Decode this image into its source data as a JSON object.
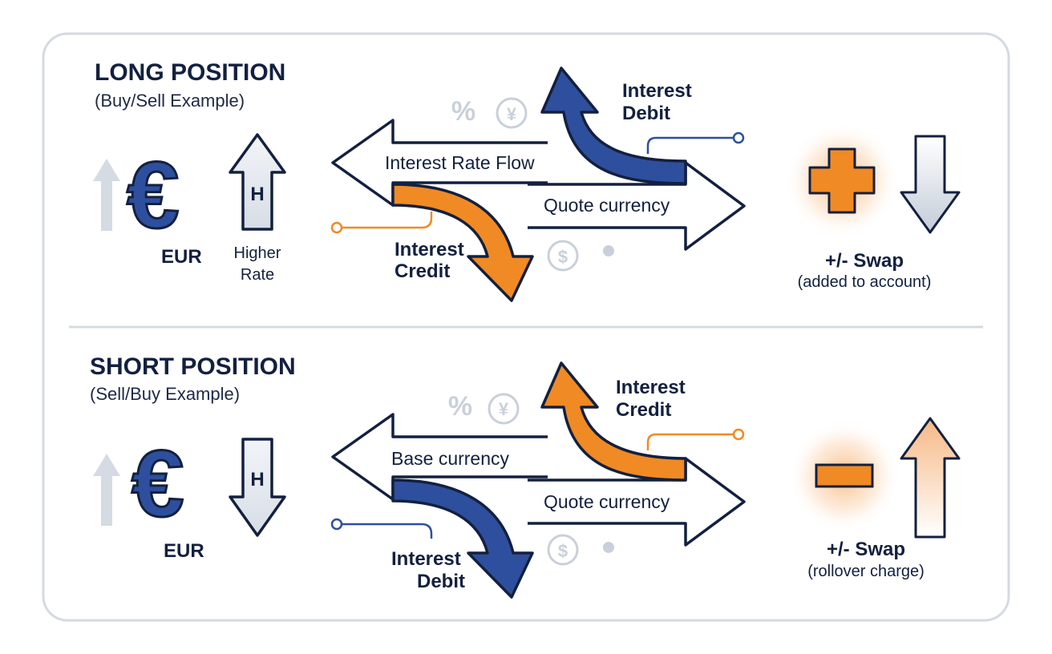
{
  "long": {
    "title": "LONG POSITION",
    "subtitle": "(Buy/Sell Example)",
    "currency_symbol": "€",
    "currency_code": "EUR",
    "rate_arrow_letter": "H",
    "rate_label_line1": "Higher",
    "rate_label_line2": "Rate",
    "flow_left_label": "Interest Rate Flow",
    "flow_right_label": "Quote currency",
    "up_curve_line1": "Interest",
    "up_curve_line2": "Debit",
    "down_curve_line1": "Interest",
    "down_curve_line2": "Credit",
    "swap_label": "+/- Swap",
    "swap_note": "(added to account)",
    "swap_symbol": "plus-icon"
  },
  "short": {
    "title": "SHORT POSITION",
    "subtitle": "(Sell/Buy Example)",
    "currency_symbol": "€",
    "currency_code": "EUR",
    "rate_arrow_letter": "H",
    "flow_left_label": "Base currency",
    "flow_right_label": "Quote currency",
    "up_curve_line1": "Interest",
    "up_curve_line2": "Credit",
    "down_curve_line1": "Interest",
    "down_curve_line2": "Debit",
    "swap_label": "+/- Swap",
    "swap_note": "(rollover charge)",
    "swap_symbol": "minus-icon"
  },
  "icons": {
    "percent": "%",
    "yen": "¥",
    "dollar": "$"
  },
  "colors": {
    "navy": "#13203f",
    "blue": "#2e4f9e",
    "orange": "#f08a24",
    "light_gray": "#c9d0da",
    "panel_border": "#d5dae1"
  }
}
